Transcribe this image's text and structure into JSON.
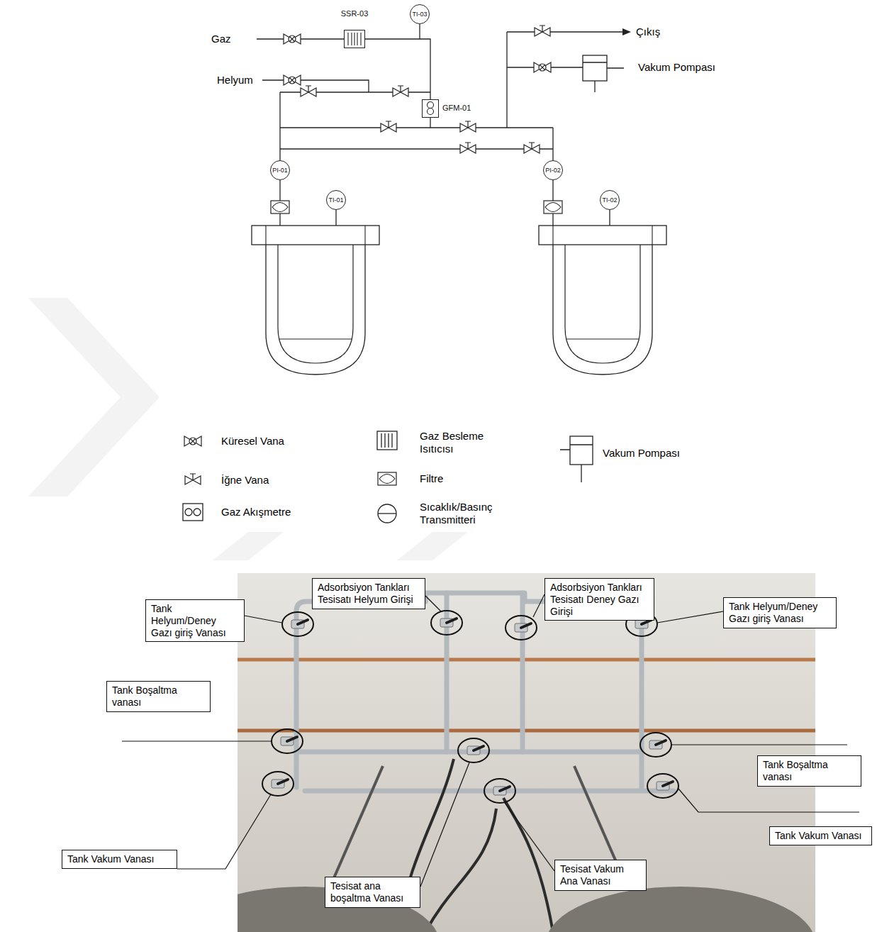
{
  "diagram": {
    "nodes": [
      {
        "text": [
          "SSR-03"
        ]
      },
      {
        "text": [
          "TI-03"
        ]
      },
      {
        "text": [
          "GFM-01"
        ]
      },
      {
        "text": [
          "PI-01"
        ]
      },
      {
        "text": [
          "TI-01"
        ]
      },
      {
        "text": [
          "PI-02"
        ]
      },
      {
        "text": [
          "TI-02"
        ]
      },
      {
        "text": [
          "Tank Helyum/Deney Gazı giriş Vanası"
        ]
      },
      {
        "text": [
          "Adsorbsiyon Tankları Tesisatı Helyum Girişi"
        ]
      },
      {
        "text": [
          "Adsorbsiyon Tankları Tesisatı Deney Gazı Girişi"
        ]
      },
      {
        "text": [
          "Tank Helyum/Deney Gazı giriş Vanası"
        ]
      },
      {
        "text": [
          "Tank Boşaltma vanası"
        ]
      },
      {
        "text": [
          "Tank Boşaltma vanası"
        ]
      },
      {
        "text": [
          "Tank Vakum Vanası"
        ]
      },
      {
        "text": [
          "Tank Vakum Vanası"
        ]
      },
      {
        "text": [
          "Tesisat Vakum Ana Vanası"
        ]
      },
      {
        "text": [
          "Tesisat ana boşaltma Vanası"
        ]
      }
    ],
    "edges": [
      {
        "from": 0,
        "to": 2,
        "arrow": "none"
      }
    ],
    "labels": [
      "Gaz",
      "Çıkış",
      "Vakum Pompası",
      "Helyum"
    ],
    "legend": [
      {
        "text": "Küresel Vana"
      },
      {
        "text": "Gaz Besleme Isıtıcısı"
      },
      {
        "text": "Vakum Pompası"
      },
      {
        "text": "İğne Vana"
      },
      {
        "text": "Filtre"
      },
      {
        "text": "Gaz Akışmetre"
      },
      {
        "text": "Sıcaklık/Basınç Transmitteri"
      }
    ]
  }
}
